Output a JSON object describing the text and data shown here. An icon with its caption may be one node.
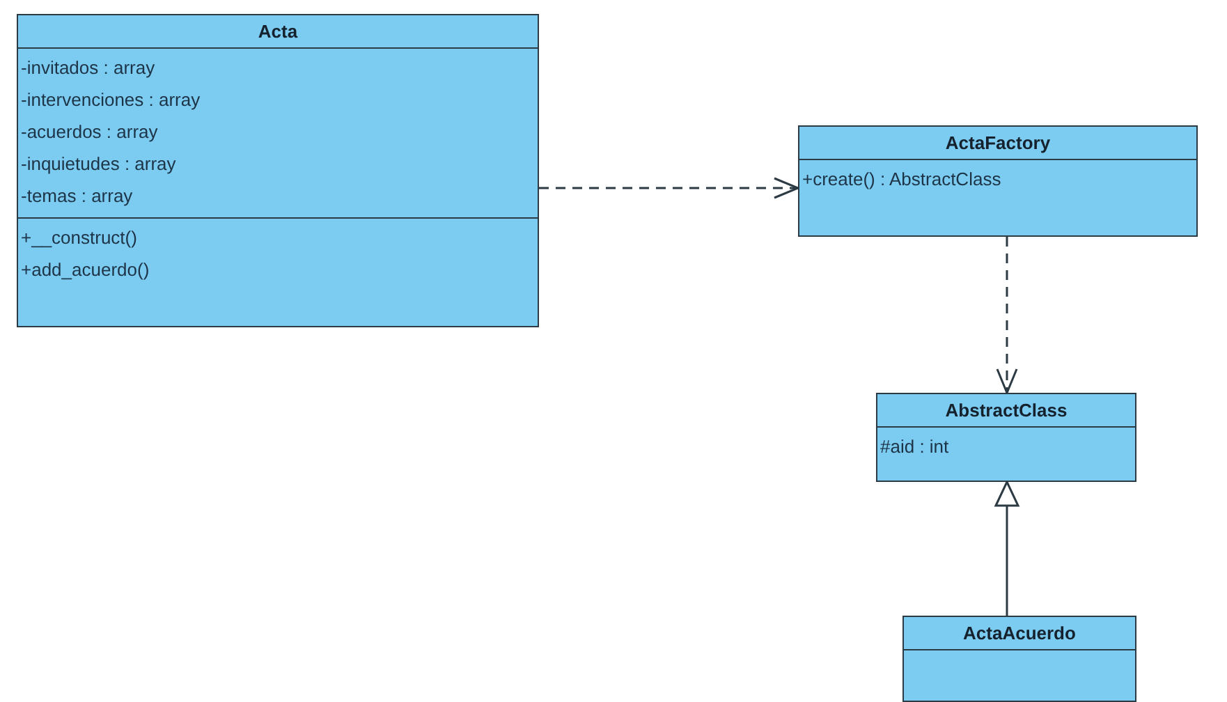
{
  "diagram": {
    "nodes": [
      {
        "text": [
          "Acta",
          "-invitados : array",
          "-intervenciones : array",
          "-acuerdos : array",
          "-inquietudes : array",
          "-temas : array",
          "+__construct()",
          "+add_acuerdo()"
        ]
      },
      {
        "text": [
          "ActaFactory",
          "+create() : AbstractClass"
        ]
      },
      {
        "text": [
          "AbstractClass",
          "#aid : int"
        ]
      },
      {
        "text": [
          "ActaAcuerdo"
        ]
      }
    ],
    "edges": [
      {
        "from": 0,
        "to": 1,
        "arrow": "to",
        "style": "dashed"
      },
      {
        "from": 1,
        "to": 2,
        "arrow": "to",
        "style": "dashed"
      },
      {
        "from": 3,
        "to": 2,
        "arrow": "to"
      }
    ]
  }
}
